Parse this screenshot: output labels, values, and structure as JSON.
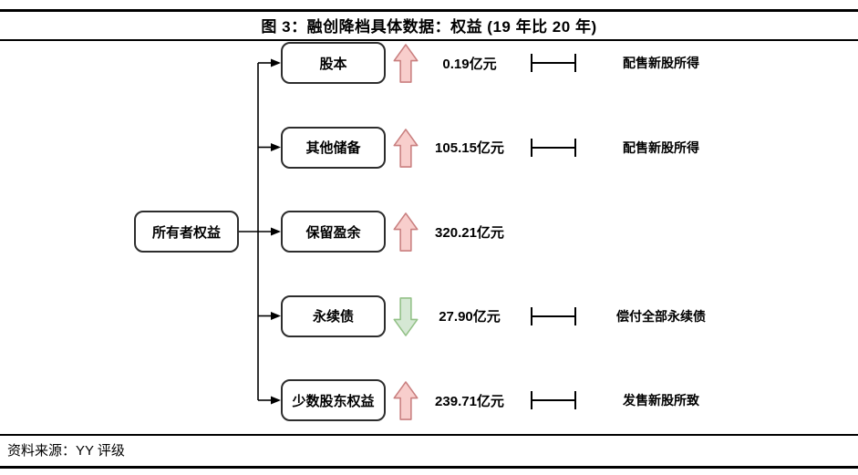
{
  "title": "图 3：融创降档具体数据：权益 (19 年比 20 年)",
  "source": "资料来源：YY 评级",
  "root": {
    "label": "所有者权益"
  },
  "rows": [
    {
      "label": "股本",
      "direction": "up",
      "value": "0.19亿元",
      "note": "配售新股所得"
    },
    {
      "label": "其他储备",
      "direction": "up",
      "value": "105.15亿元",
      "note": "配售新股所得"
    },
    {
      "label": "保留盈余",
      "direction": "up",
      "value": "320.21亿元",
      "note": ""
    },
    {
      "label": "永续债",
      "direction": "down",
      "value": "27.90亿元",
      "note": "偿付全部永续债"
    },
    {
      "label": "少数股东权益",
      "direction": "up",
      "value": "239.71亿元",
      "note": "发售新股所致"
    }
  ],
  "colors": {
    "up_fill": "#f8cecc",
    "up_stroke": "#c97f7f",
    "down_fill": "#d5e8d4",
    "down_stroke": "#93c187",
    "line": "#000000"
  }
}
